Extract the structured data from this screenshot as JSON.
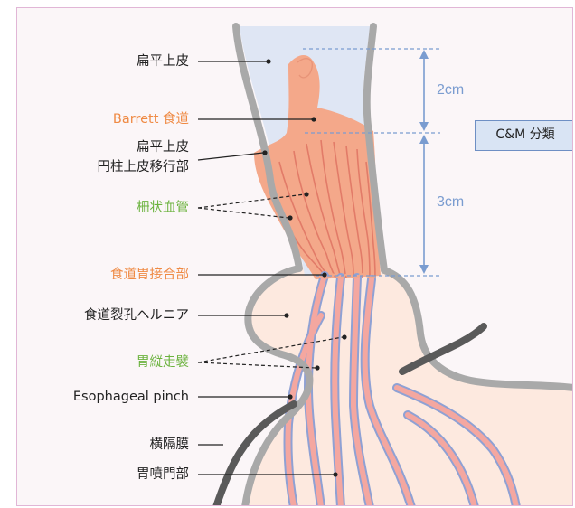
{
  "labels": {
    "squamous_epithelium": "扁平上皮",
    "barrett": "Barrett 食道",
    "transition_line1": "扁平上皮",
    "transition_line2": "円柱上皮移行部",
    "palisade_vessels": "柵状血管",
    "ejc": "食道胃接合部",
    "hiatal_hernia": "食道裂孔ヘルニア",
    "gastric_folds": "胃縦走襞",
    "pinch": "Esophageal pinch",
    "diaphragm": "横隔膜",
    "cardia": "胃噴門部"
  },
  "measurements": {
    "upper": "2cm",
    "lower": "3cm"
  },
  "cm_box": "C&M 分類",
  "colors": {
    "orange_label": "#ef8a44",
    "green_label": "#6cb33f",
    "wall_gray": "#a9a9a9",
    "esophagus_lumen": "#dfe6f4",
    "barrett_mucosa": "#f4a88a",
    "stomach_mucosa": "#fde9df",
    "vessel": "#e27b68",
    "fold_fill": "#f4a7a0",
    "fold_outline": "#8fa1d4",
    "diaphragm": "#5a5a5a",
    "measure_line": "#7a9cd0"
  }
}
